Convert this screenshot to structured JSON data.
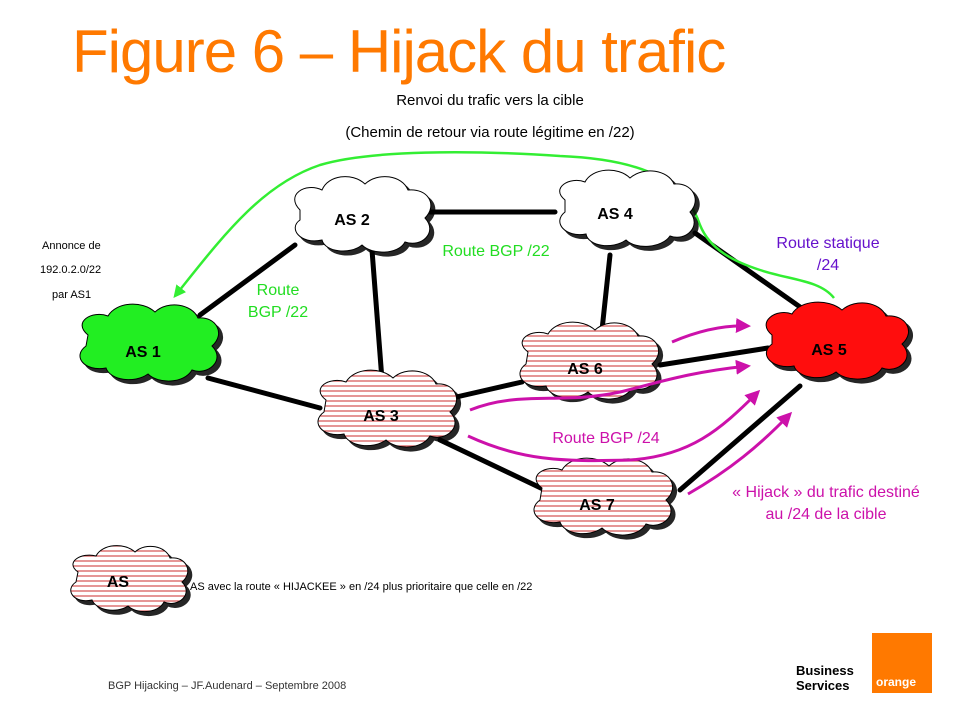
{
  "title": "Figure 6 – Hijack du trafic",
  "subtitle_line1": "Renvoi du trafic vers la cible",
  "subtitle_line2": "(Chemin de retour via route légitime en /22)",
  "annonce": [
    "Annonce de",
    "192.0.2.0/22",
    "par AS1"
  ],
  "nodes": {
    "as1": "AS 1",
    "as2": "AS 2",
    "as3": "AS 3",
    "as4": "AS 4",
    "as5": "AS 5",
    "as6": "AS 6",
    "as7": "AS 7"
  },
  "labels": {
    "route_as1_line1": "Route",
    "route_as1_line2": "BGP /22",
    "route_bgp22": "Route BGP /22",
    "route_statique_line1": "Route statique",
    "route_statique_line2": "/24",
    "route_bgp24": "Route BGP /24",
    "hijack_line1": "« Hijack » du trafic destiné",
    "hijack_line2": "au /24 de la cible"
  },
  "legend": {
    "symbol_label": "AS",
    "text": "AS avec la route « HIJACKEE » en /24 plus prioritaire que celle en /22"
  },
  "footer": "BGP Hijacking – JF.Audenard – Septembre 2008",
  "brand": {
    "line1": "Business",
    "line2": "Services",
    "logo_text": "orange"
  },
  "colors": {
    "title": "#ff7900",
    "green_route": "#33ee33",
    "as1_fill": "#22ee22",
    "as5_fill": "#ff1111",
    "hijack_arrow": "#cc11aa",
    "static_label": "#6611cc",
    "hatch": "#d45050",
    "brand_orange": "#ff7900"
  }
}
